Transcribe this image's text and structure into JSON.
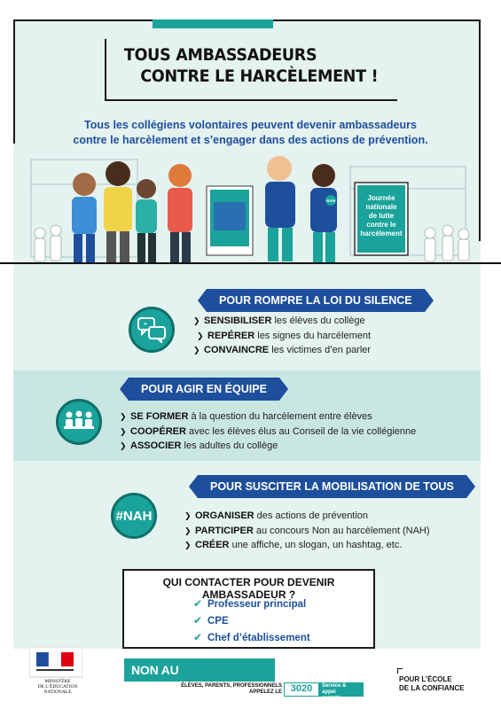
{
  "header": {
    "title_line1": "TOUS AMBASSADEURS",
    "title_line2": "CONTRE LE HARCÈLEMENT !",
    "subtitle_line1": "Tous les collégiens volontaires peuvent devenir ambassadeurs",
    "subtitle_line2": "contre le harcèlement et s’engager dans des actions de prévention."
  },
  "illustration": {
    "sign_line1": "Journée",
    "sign_line2": "nationale",
    "sign_line3": "de lutte",
    "sign_line4": "contre le",
    "sign_line5": "harcèlement",
    "badge_label": "NAH"
  },
  "sections": [
    {
      "banner": "POUR ROMPRE LA LOI DU SILENCE",
      "icon": "speech-bubbles-icon",
      "items": [
        {
          "bold": "SENSIBILISER",
          "rest": " les élèves du collège"
        },
        {
          "bold": "REPÉRER",
          "rest": " les signes du harcèlement"
        },
        {
          "bold": "CONVAINCRE",
          "rest": " les victimes d’en parler"
        }
      ]
    },
    {
      "banner": "POUR AGIR EN ÉQUIPE",
      "icon": "team-meeting-icon",
      "items": [
        {
          "bold": "SE FORMER",
          "rest": " à la question du harcèlement entre élèves"
        },
        {
          "bold": "COOPÉRER",
          "rest": " avec les élèves élus au Conseil de la vie collégienne"
        },
        {
          "bold": "ASSOCIER",
          "rest": " les adultes du collège"
        }
      ]
    },
    {
      "banner": "POUR SUSCITER LA MOBILISATION DE TOUS",
      "icon_text": "#NAH",
      "items": [
        {
          "bold": "ORGANISER",
          "rest": " des actions de prévention"
        },
        {
          "bold": "PARTICIPER",
          "rest": " au concours Non au harcèlement (NAH)"
        },
        {
          "bold": "CRÉER",
          "rest": " une affiche, un slogan, un hashtag, etc."
        }
      ]
    }
  ],
  "contact": {
    "title": "QUI CONTACTER POUR DEVENIR AMBASSADEUR ?",
    "items": [
      "Professeur principal",
      "CPE",
      "Chef d’établissement"
    ]
  },
  "footer": {
    "ministry_line1": "MINISTÈRE",
    "ministry_line2": "DE L’ÉDUCATION",
    "ministry_line3": "NATIONALE",
    "nah_title": "NON AU HARCÈLEMENT",
    "nah_sub_line1": "ÉLÈVES, PARENTS, PROFESSIONNELS",
    "nah_sub_line2": "APPELEZ LE",
    "phone": "3020",
    "phone_tag_line1": "Service & appel",
    "phone_tag_line2": "gratuits",
    "ecole_line1": "POUR L’ÉCOLE",
    "ecole_line2": "DE LA CONFIANCE"
  },
  "colors": {
    "teal": "#1aa39a",
    "blue": "#1e4f9c",
    "light_bg": "#e4f2f0",
    "mid_bg": "#c9e6e3"
  }
}
